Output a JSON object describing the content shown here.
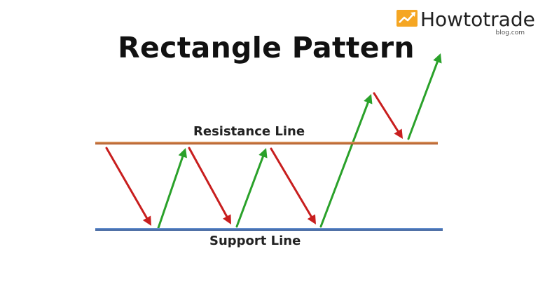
{
  "title": "Rectangle Pattern",
  "logo": {
    "name": "Howtotrade",
    "sub": "blog.com",
    "icon": "rising-trend-icon"
  },
  "labels": {
    "resistance": "Resistance Line",
    "support": "Support Line"
  },
  "colors": {
    "resistance_line": "#c8703a",
    "support_line": "#3f6fb5",
    "down_arrow": "#c81e1e",
    "up_arrow": "#2aa12a",
    "logo_orange": "#f5a623"
  }
}
